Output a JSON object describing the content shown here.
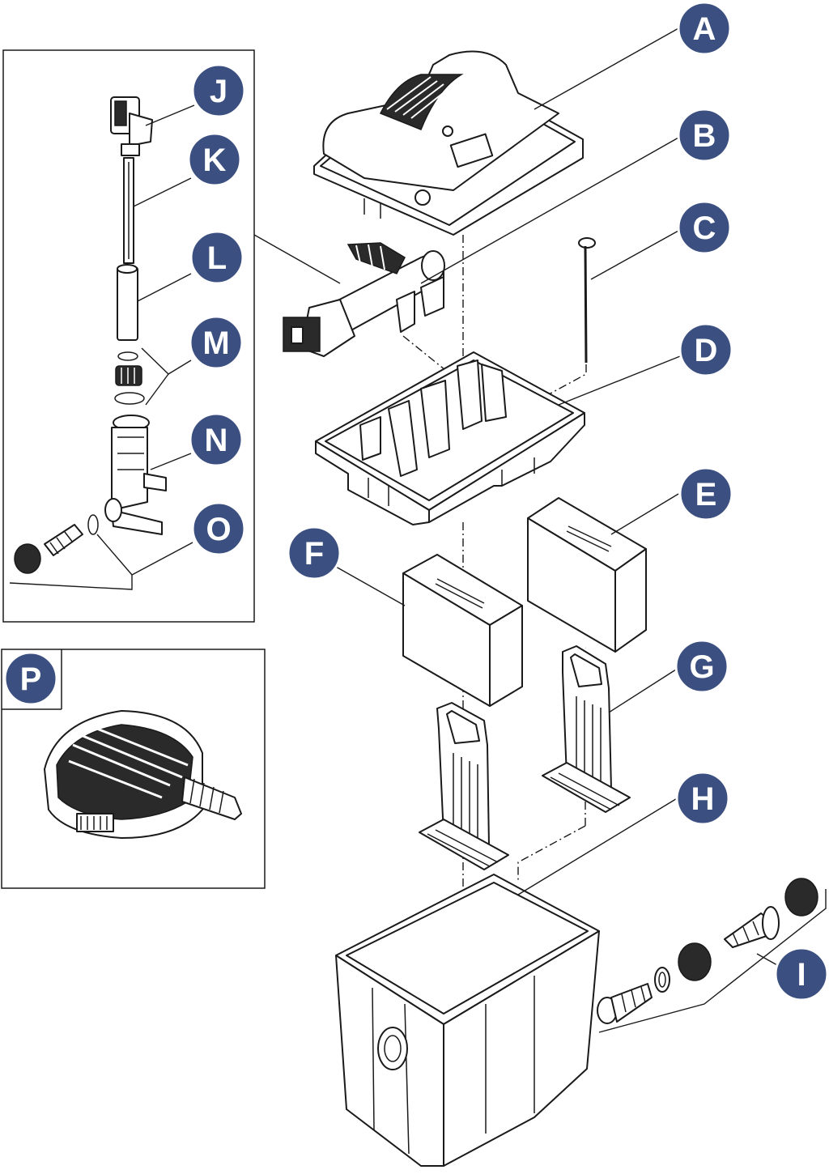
{
  "colors": {
    "badge_fill": "#3b4f80",
    "badge_text": "#ffffff",
    "line": "#1a1a1a",
    "background": "#ffffff"
  },
  "labels": {
    "A": "A",
    "B": "B",
    "C": "C",
    "D": "D",
    "E": "E",
    "F": "F",
    "G": "G",
    "H": "H",
    "I": "I",
    "J": "J",
    "K": "K",
    "L": "L",
    "M": "M",
    "N": "N",
    "O": "O",
    "P": "P"
  }
}
